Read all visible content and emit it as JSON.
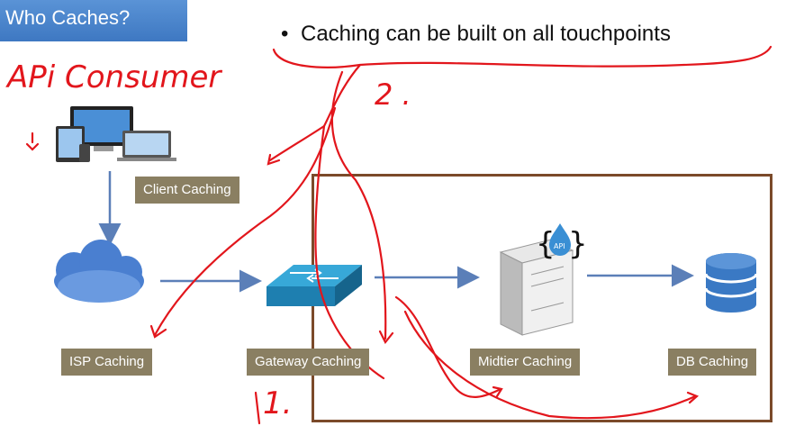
{
  "title": "Who Caches?",
  "bullet_text": "Caching can be built on all touchpoints",
  "labels": {
    "client": "Client Caching",
    "isp": "ISP Caching",
    "gateway": "Gateway Caching",
    "midtier": "Midtier Caching",
    "db": "DB Caching"
  },
  "server_badge": "API",
  "annotations": {
    "api_consumer": "APi Consumer",
    "num2": "2 .",
    "num1": "1."
  },
  "icons": [
    "devices-icon",
    "cloud-icon",
    "switch-icon",
    "server-icon",
    "database-icon"
  ],
  "colors": {
    "title_bg": "#4a86cf",
    "label_bg": "#8a7f62",
    "frame": "#7b4a2a",
    "ink": "#e2161c",
    "flow_arrow": "#5b7fb8"
  }
}
